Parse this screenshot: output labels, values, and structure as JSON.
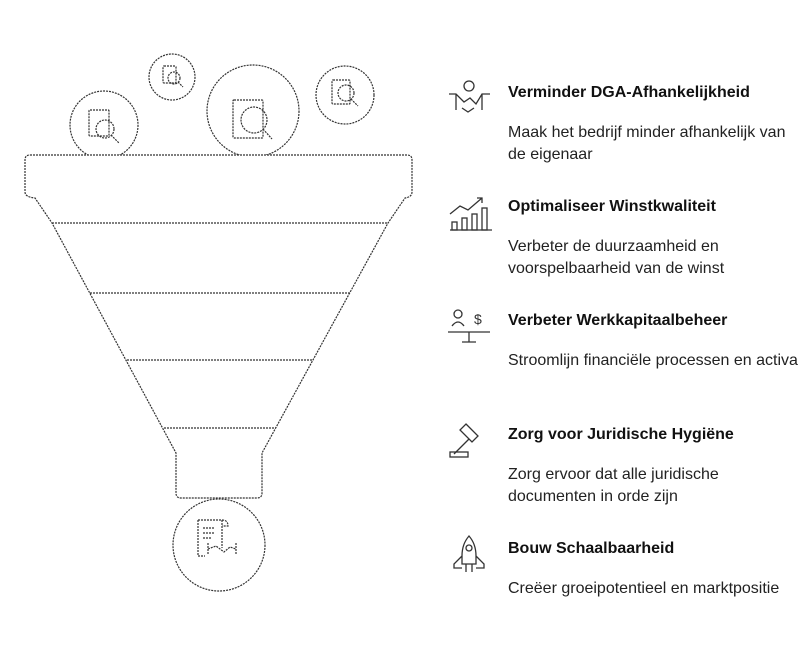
{
  "items": [
    {
      "title": "Verminder DGA-Afhankelijkheid",
      "desc": "Maak het bedrijf minder afhankelijk van de eigenaar",
      "icon": "handshake-icon"
    },
    {
      "title": "Optimaliseer Winstkwaliteit",
      "desc": "Verbeter de duurzaamheid en voorspelbaarheid van de winst",
      "icon": "growth-chart-icon"
    },
    {
      "title": "Verbeter Werkkapitaalbeheer",
      "desc": "Stroomlijn financiële processen en activa",
      "icon": "balance-scale-icon"
    },
    {
      "title": "Zorg voor Juridische Hygiëne",
      "desc": "Zorg ervoor dat alle juridische documenten in orde zijn",
      "icon": "gavel-icon"
    },
    {
      "title": "Bouw Schaalbaarheid",
      "desc": "Creëer groeipotentieel en marktpositie",
      "icon": "rocket-icon"
    }
  ],
  "colors": {
    "stroke": "#333333",
    "text": "#111111"
  }
}
